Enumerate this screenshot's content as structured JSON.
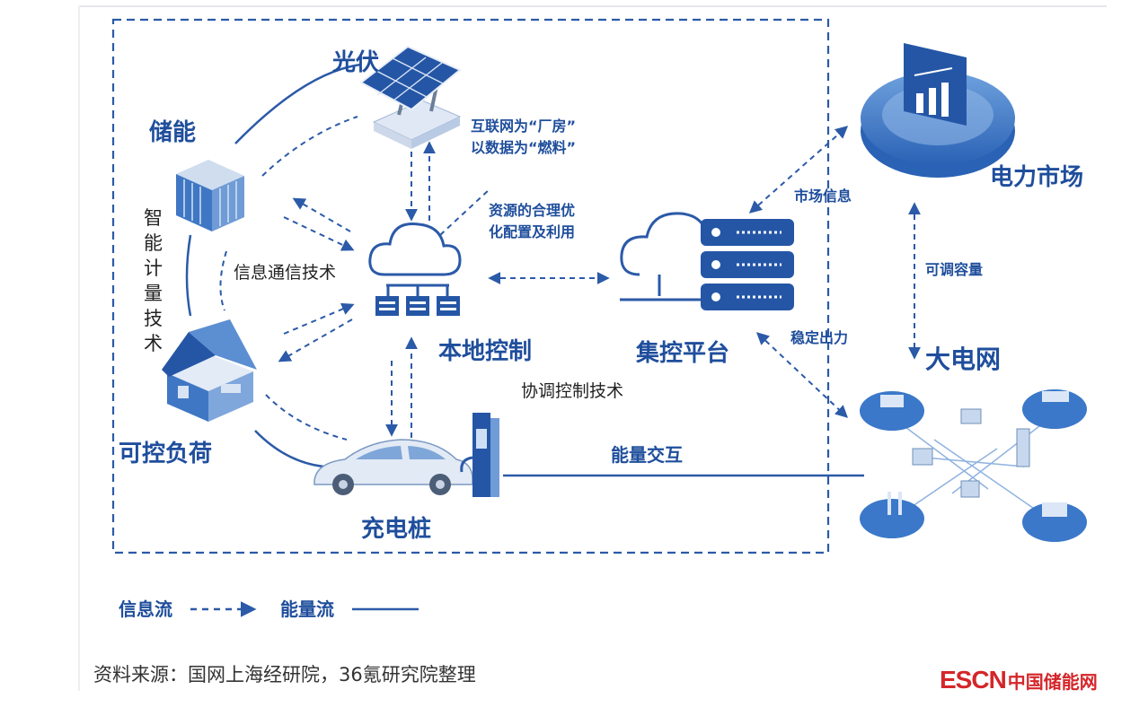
{
  "labels": {
    "pv": "光伏",
    "storage": "储能",
    "smart_metering": [
      "智",
      "能",
      "计",
      "量",
      "技",
      "术"
    ],
    "controllable_load": "可控负荷",
    "charging_pile": "充电桩",
    "local_control": "本地控制",
    "central_platform": "集控平台",
    "power_market": "电力市场",
    "grid": "大电网",
    "internet_factory_line1": "互联网为“厂房”",
    "internet_factory_line2": "以数据为“燃料”",
    "resource_line1": "资源的合理优",
    "resource_line2": "化配置及利用",
    "ict": "信息通信技术",
    "coordination": "协调控制技术",
    "market_info": "市场信息",
    "adjustable_capacity": "可调容量",
    "stable_output": "稳定出力",
    "energy_interaction": "能量交互"
  },
  "legend": {
    "info_flow": "信息流",
    "energy_flow": "能量流"
  },
  "source": "资料来源：国网上海经研院，36氪研究院整理",
  "logo": {
    "esc": "ESCN",
    "cn": "中国储能网"
  },
  "colors": {
    "primary": "#1f4e9c",
    "accent": "#3b78c9",
    "light": "#a9c6ea",
    "logo_red": "#d4262a"
  }
}
